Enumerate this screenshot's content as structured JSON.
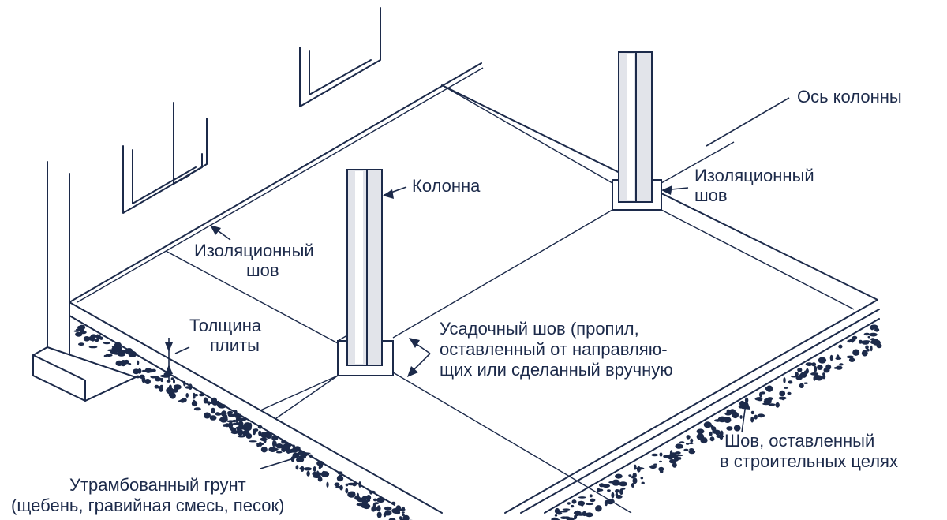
{
  "labels": {
    "column_axis": "Ось колонны",
    "isolation_joint_right_1": "Изоляционный",
    "isolation_joint_right_2": "шов",
    "column": "Колонна",
    "isolation_joint_left_1": "Изоляционный",
    "isolation_joint_left_2": "шов",
    "slab_thickness_1": "Толщина",
    "slab_thickness_2": "плиты",
    "contraction_joint_1": "Усадочный шов (пропил,",
    "contraction_joint_2": "оставленный от направляю-",
    "contraction_joint_3": "щих или сделанный вручную",
    "construction_joint_1": "Шов, оставленный",
    "construction_joint_2": "в строительных целях",
    "compacted_soil_1": "Утрамбованный грунт",
    "compacted_soil_2": "(щебень, гравийная смесь, песок)"
  },
  "colors": {
    "line": "#1c2a4a",
    "column_fill": "#e2e4ea",
    "background": "#ffffff"
  }
}
